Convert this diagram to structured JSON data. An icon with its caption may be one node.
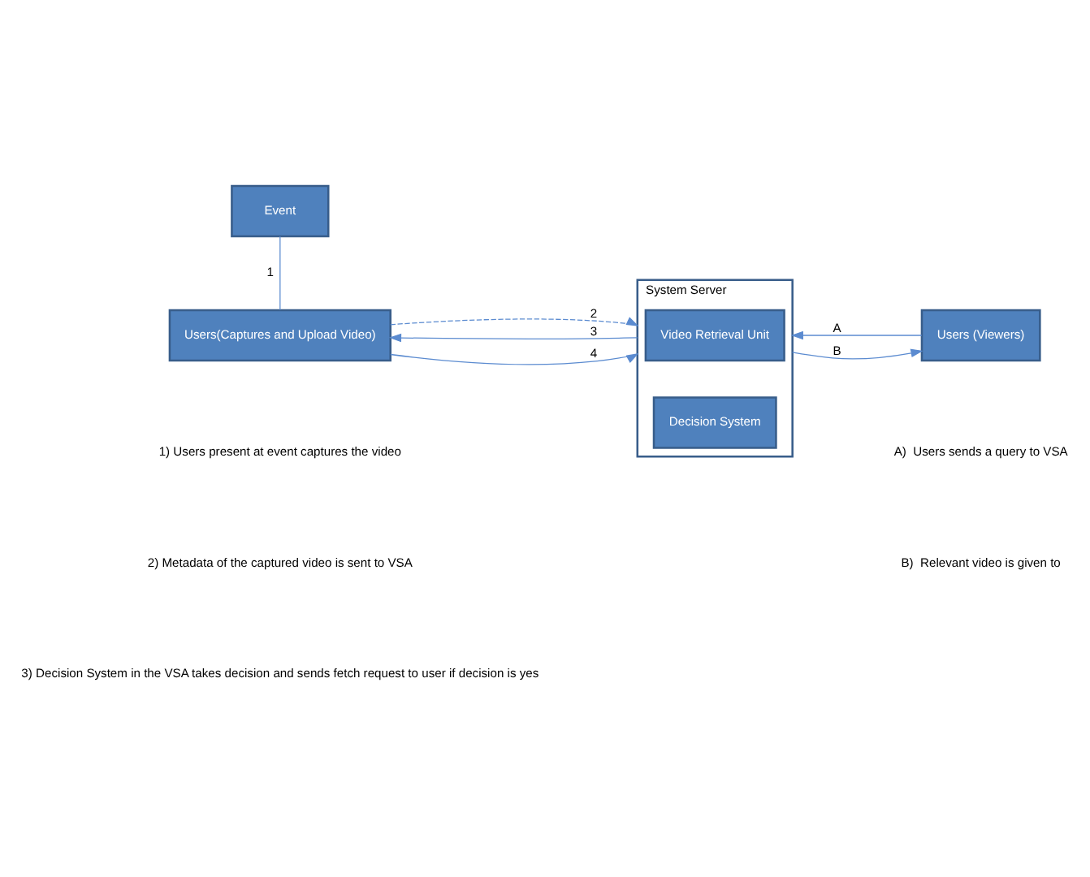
{
  "diagram": {
    "nodes": [
      {
        "text": [
          "Event"
        ]
      },
      {
        "text": [
          "Users(Captures and Upload Video)"
        ]
      },
      {
        "text": [
          "System Server"
        ]
      },
      {
        "text": [
          "Video Retrieval Unit"
        ],
        "in": 2
      },
      {
        "text": [
          "Decision System"
        ],
        "in": 2
      },
      {
        "text": [
          "Users (Viewers)"
        ]
      }
    ],
    "edges": [
      {
        "from": 0,
        "to": 1,
        "arrow": "none",
        "label": "1"
      },
      {
        "from": 1,
        "to": 2,
        "arrow": "to",
        "label": "2",
        "style": "dashed"
      },
      {
        "from": 2,
        "to": 1,
        "arrow": "to",
        "label": "3"
      },
      {
        "from": 1,
        "to": 2,
        "arrow": "to",
        "label": "4"
      },
      {
        "from": 5,
        "to": 2,
        "arrow": "to",
        "label": "A"
      },
      {
        "from": 2,
        "to": 5,
        "arrow": "to",
        "label": "B"
      }
    ],
    "labels": [
      "1) Users present at event captures the video",
      "2) Metadata of the captured video is sent to VSA",
      "3) Decision System in the VSA takes decision and sends fetch request to user if decision is yes",
      "A)  Users sends a query to VSA",
      "B)  Relevant video is given to"
    ]
  }
}
